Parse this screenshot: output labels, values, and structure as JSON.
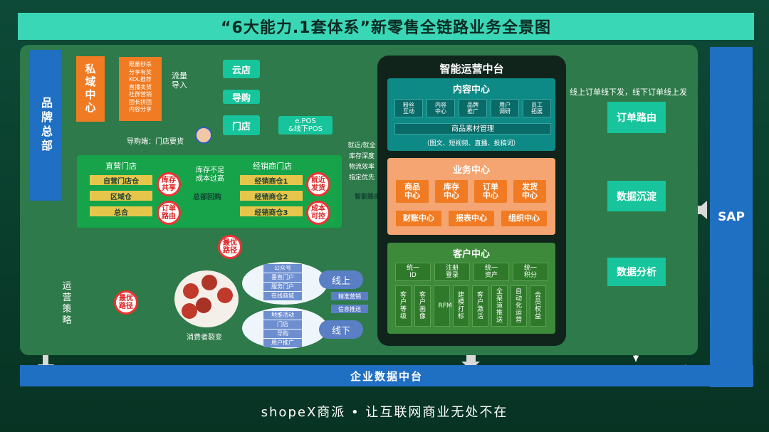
{
  "title": "“6大能力.1套体系”新零售全链路业务全景图",
  "brand_hq": "品牌总部",
  "private_domain": "私域中心",
  "private_tactics": [
    "限量秒杀",
    "分享有奖",
    "KOL推荐",
    "直播卖货",
    "社群营销",
    "团长拼团",
    "内容分享"
  ],
  "traffic_label": "流量导入",
  "cloud_store": "云店",
  "guide": "导购",
  "store": "门店",
  "epos": "e.POS\n&线下POS",
  "guide_note": "导购端：门店要货",
  "direct_store": {
    "title": "直营门店",
    "items": [
      "自营门店仓",
      "区域仓",
      "总合"
    ],
    "badge1": "库存共享",
    "badge2": "订单路由"
  },
  "transfer": {
    "top": "库存不足成本过高",
    "bottom": "总部回购"
  },
  "dealer_store": {
    "title": "经销商门店",
    "items": [
      "经销商仓1",
      "经销商仓2",
      "经销商仓3"
    ],
    "badge1": "就近发货",
    "badge2": "成本可控"
  },
  "routing_notes": [
    "就近/就全",
    "库存深度",
    "物流效率",
    "指定优先"
  ],
  "smart_routing": "智能路由",
  "best_path_1": "最优路径",
  "best_path_2": "最优路径",
  "consumer_label": "消费者裂变",
  "online": {
    "label": "线上",
    "channels": [
      "公众号",
      "垂直门户",
      "服务门户",
      "在线商城"
    ]
  },
  "offline": {
    "label": "线下",
    "channels": [
      "地推活动",
      "门店",
      "导购",
      "用户推广"
    ]
  },
  "mid_tags": [
    "精准营销",
    "信息推送"
  ],
  "ops_strategy": "运营策略",
  "smart_ops": "智能运营中台",
  "content_center": {
    "title": "内容中心",
    "tiles": [
      "粉丝互动",
      "内容中心",
      "品牌推广",
      "用户调研",
      "员工拓展"
    ],
    "asset": "商品素材管理",
    "asset_note": "（图文、短视频、直播、投稿词）"
  },
  "business_center": {
    "title": "业务中心",
    "row1": [
      "商品中心",
      "库存中心",
      "订单中心",
      "发货中心"
    ],
    "row2": [
      "财账中心",
      "报表中心",
      "组织中心"
    ]
  },
  "customer_center": {
    "title": "客户中心",
    "row1": [
      "统一ID",
      "注册登录",
      "统一资产",
      "统一积分"
    ],
    "row2": [
      "客户等级",
      "客户画像",
      "RFM",
      "建模打标",
      "客户激活",
      "全渠道推送",
      "自动化运营",
      "会员权益"
    ]
  },
  "order_note": "线上订单线下发，线下订单线上发",
  "order_routing": "订单路由",
  "data_settle": "数据沉淀",
  "data_analysis": "数据分析",
  "sap": "SAP",
  "enterprise_data": "企业数据中台",
  "footer": "shopeX商派 • 让互联网商业无处不在",
  "colors": {
    "teal": "#17c49b",
    "orange": "#f07b22",
    "blue": "#1f6fc2",
    "green_panel": "#2e7a4a",
    "title_bar": "#3ad7b7"
  }
}
